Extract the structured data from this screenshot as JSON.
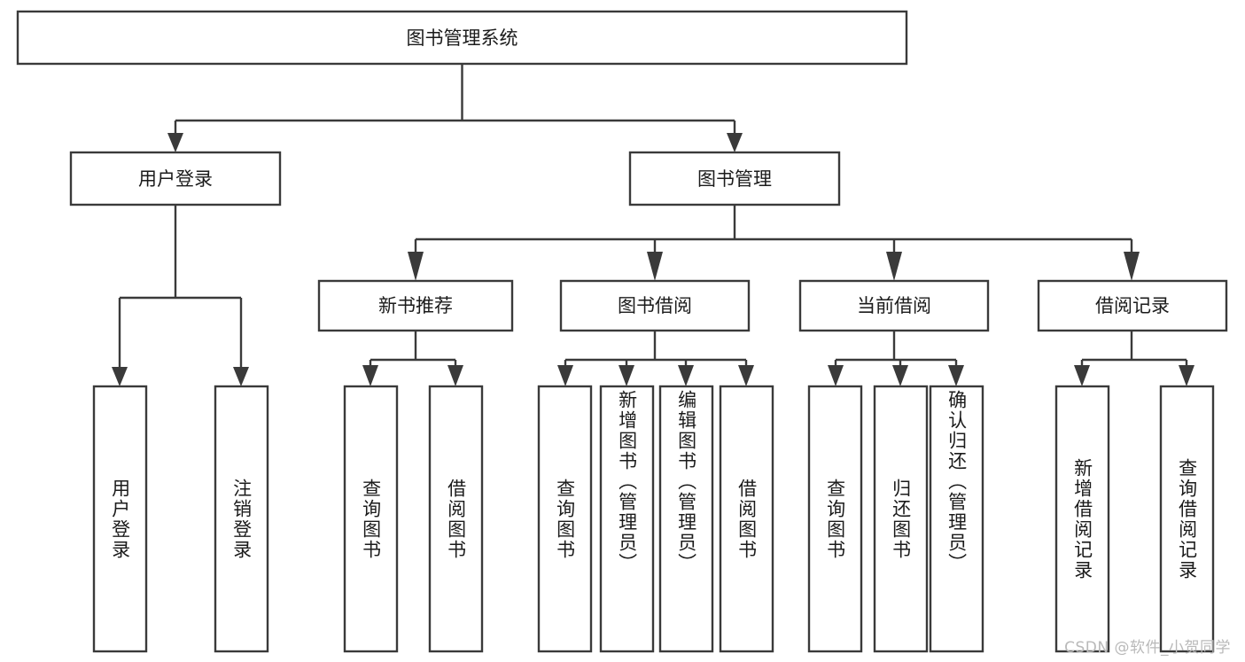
{
  "diagram": {
    "type": "tree",
    "title": "图书管理系统",
    "watermark": "CSDN @软件_小贺同学",
    "root": {
      "id": "root",
      "label": "图书管理系统",
      "orientation": "horizontal"
    },
    "level2": [
      {
        "id": "user-login",
        "label": "用户登录",
        "orientation": "horizontal"
      },
      {
        "id": "book-management",
        "label": "图书管理",
        "orientation": "horizontal"
      }
    ],
    "level3": [
      {
        "id": "new-book-recommend",
        "label": "新书推荐",
        "parent": "book-management",
        "orientation": "horizontal"
      },
      {
        "id": "book-borrow",
        "label": "图书借阅",
        "parent": "book-management",
        "orientation": "horizontal"
      },
      {
        "id": "current-borrow",
        "label": "当前借阅",
        "parent": "book-management",
        "orientation": "horizontal"
      },
      {
        "id": "borrow-record",
        "label": "借阅记录",
        "parent": "book-management",
        "orientation": "horizontal"
      }
    ],
    "leaves": [
      {
        "id": "leaf-user-login",
        "label": "用户登录",
        "parent": "user-login",
        "orientation": "vertical",
        "align": "center"
      },
      {
        "id": "leaf-logout-login",
        "label": "注销登录",
        "parent": "user-login",
        "orientation": "vertical",
        "align": "center"
      },
      {
        "id": "leaf-query-book-1",
        "label": "查询图书",
        "parent": "new-book-recommend",
        "orientation": "vertical",
        "align": "center"
      },
      {
        "id": "leaf-borrow-book-1",
        "label": "借阅图书",
        "parent": "new-book-recommend",
        "orientation": "vertical",
        "align": "center"
      },
      {
        "id": "leaf-query-book-2",
        "label": "查询图书",
        "parent": "book-borrow",
        "orientation": "vertical",
        "align": "center"
      },
      {
        "id": "leaf-add-book-admin",
        "label": "新增图书（管理员）",
        "parent": "book-borrow",
        "orientation": "vertical",
        "align": "top"
      },
      {
        "id": "leaf-edit-book-admin",
        "label": "编辑图书（管理员）",
        "parent": "book-borrow",
        "orientation": "vertical",
        "align": "top"
      },
      {
        "id": "leaf-borrow-book-2",
        "label": "借阅图书",
        "parent": "book-borrow",
        "orientation": "vertical",
        "align": "center"
      },
      {
        "id": "leaf-query-book-3",
        "label": "查询图书",
        "parent": "current-borrow",
        "orientation": "vertical",
        "align": "center"
      },
      {
        "id": "leaf-return-book",
        "label": "归还图书",
        "parent": "current-borrow",
        "orientation": "vertical",
        "align": "center"
      },
      {
        "id": "leaf-confirm-return-admin",
        "label": "确认归还（管理员）",
        "parent": "current-borrow",
        "orientation": "vertical",
        "align": "top"
      },
      {
        "id": "leaf-add-borrow-record",
        "label": "新增借阅记录",
        "parent": "borrow-record",
        "orientation": "vertical",
        "align": "center"
      },
      {
        "id": "leaf-query-borrow-record",
        "label": "查询借阅记录",
        "parent": "borrow-record",
        "orientation": "vertical",
        "align": "center"
      }
    ],
    "colors": {
      "stroke": "#3a3a3a",
      "fill": "#ffffff",
      "text": "#1b1b1b",
      "watermark": "#b9b9b9",
      "background": "#ffffff"
    }
  }
}
